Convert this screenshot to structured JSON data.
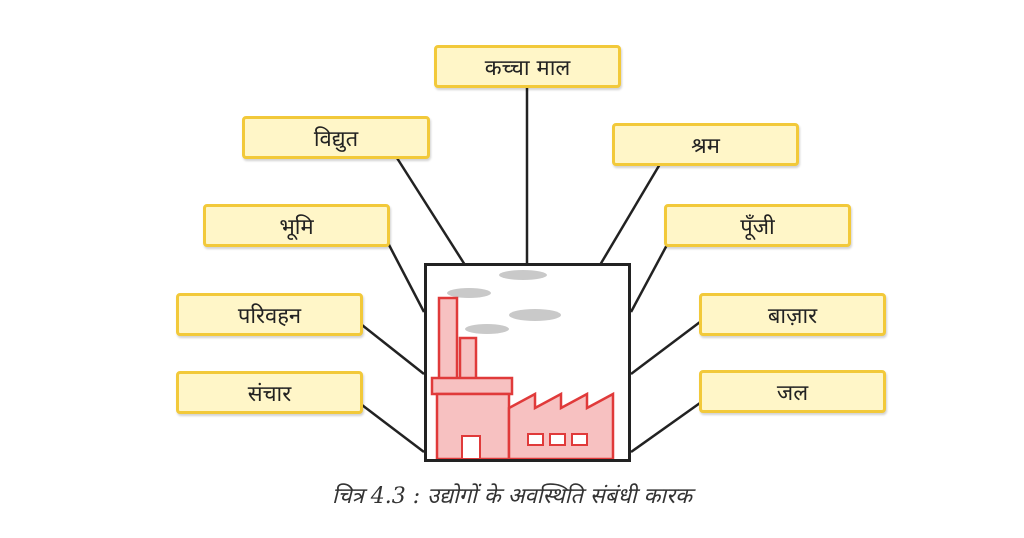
{
  "center": {
    "icon": "factory-icon"
  },
  "factors": [
    {
      "id": "raw-material",
      "label": "कच्चा माल"
    },
    {
      "id": "electricity",
      "label": "विद्युत"
    },
    {
      "id": "labour",
      "label": "श्रम"
    },
    {
      "id": "land",
      "label": "भूमि"
    },
    {
      "id": "capital",
      "label": "पूँजी"
    },
    {
      "id": "transport",
      "label": "परिवहन"
    },
    {
      "id": "market",
      "label": "बाज़ार"
    },
    {
      "id": "communication",
      "label": "संचार"
    },
    {
      "id": "water",
      "label": "जल"
    }
  ],
  "caption": "चित्र 4.3 : उद्योगों के अवस्थिति संबंधी कारक",
  "colors": {
    "box_fill": "#fff6c8",
    "box_border": "#f2c93a",
    "factory_fill": "#f7c1c1",
    "factory_stroke": "#e03a3a",
    "smoke": "#c9c9c9"
  }
}
